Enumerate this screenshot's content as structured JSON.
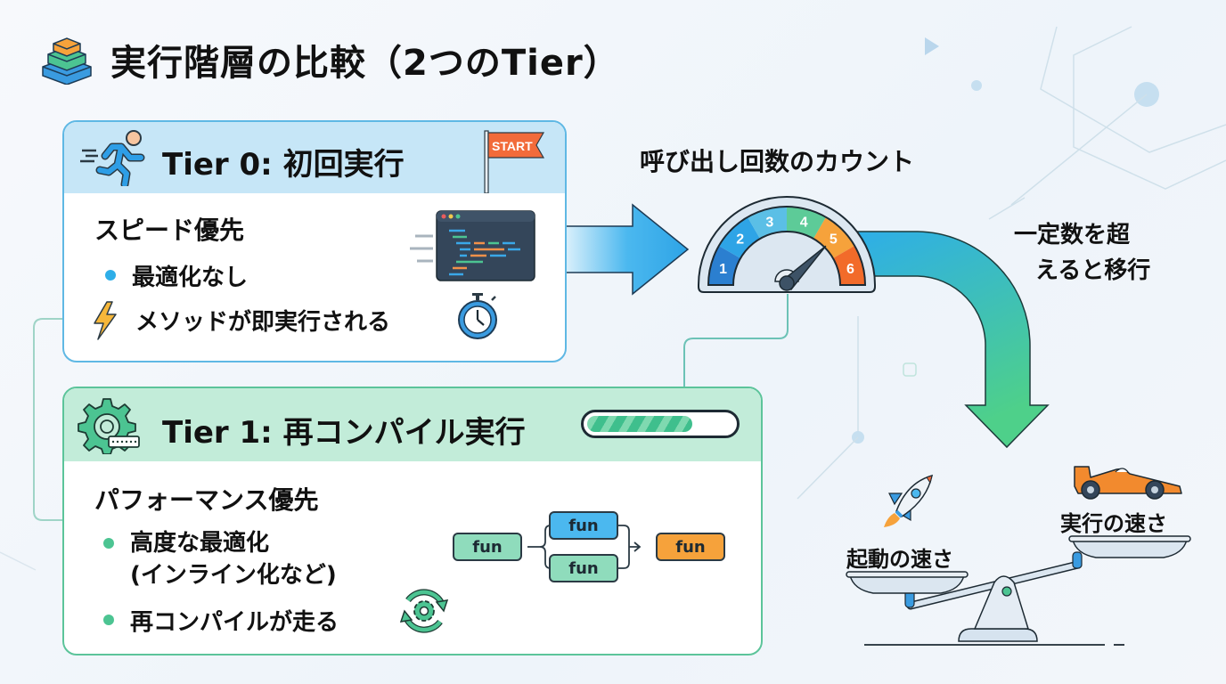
{
  "title": "実行階層の比較（2つのTier）",
  "tier0": {
    "title": "Tier 0: 初回実行",
    "flag_label": "START",
    "subhead": "スピード優先",
    "bullets": [
      {
        "text": "最適化なし",
        "marker": "dot",
        "color": "#2eaee8"
      },
      {
        "text": "メソッドが即実行される",
        "marker": "lightning-icon",
        "color": "#f6a623"
      }
    ],
    "accent": "#5fb8e4"
  },
  "tier1": {
    "title": "Tier 1: 再コンパイル実行",
    "progress": 0.72,
    "subhead": "パフォーマンス優先",
    "bullets": [
      {
        "text": "高度な最適化",
        "text2": "(インライン化など)",
        "marker": "dot",
        "color": "#4cc492"
      },
      {
        "text": "再コンパイルが走る",
        "marker": "dot",
        "color": "#4cc492"
      }
    ],
    "flow": {
      "nodes": [
        {
          "label": "fun",
          "color": "#8fdcbc"
        },
        {
          "label": "fun",
          "color": "#4bb8ef"
        },
        {
          "label": "fun",
          "color": "#8fdcbc"
        },
        {
          "label": "fun",
          "color": "#f6a23b"
        }
      ]
    },
    "accent": "#5cc49a"
  },
  "counter": {
    "title": "呼び出し回数のカウント",
    "gauge_ticks": [
      "1",
      "2",
      "3",
      "4",
      "5",
      "6"
    ],
    "gauge_value": 5,
    "transition_label_line1": "一定数を超",
    "transition_label_line2": "えると移行"
  },
  "balance": {
    "left_label": "起動の速さ",
    "right_label": "実行の速さ"
  }
}
